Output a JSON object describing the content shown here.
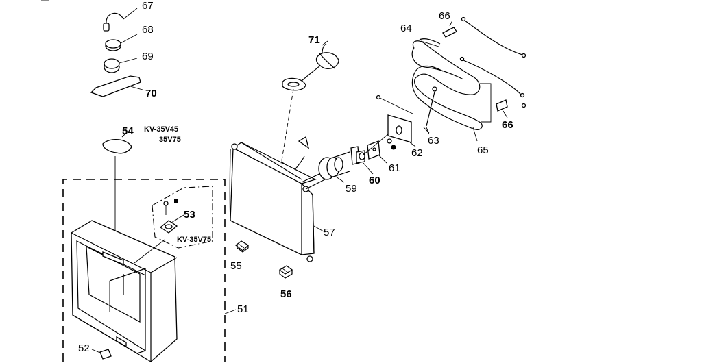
{
  "diagram": {
    "callouts": {
      "p51": "51",
      "p52": "52",
      "p53": "53",
      "p54": "54",
      "p55": "55",
      "p56": "56",
      "p57": "57",
      "p59": "59",
      "p60": "60",
      "p61": "61",
      "p62": "62",
      "p63": "63",
      "p64": "64",
      "p65": "65",
      "p66a": "66",
      "p66b": "66",
      "p67": "67",
      "p68": "68",
      "p69": "69",
      "p70": "70",
      "p71": "71"
    },
    "models": {
      "top_line1": "KV-35V45",
      "top_line2": "35V75",
      "inset": "KV-35V75"
    }
  }
}
